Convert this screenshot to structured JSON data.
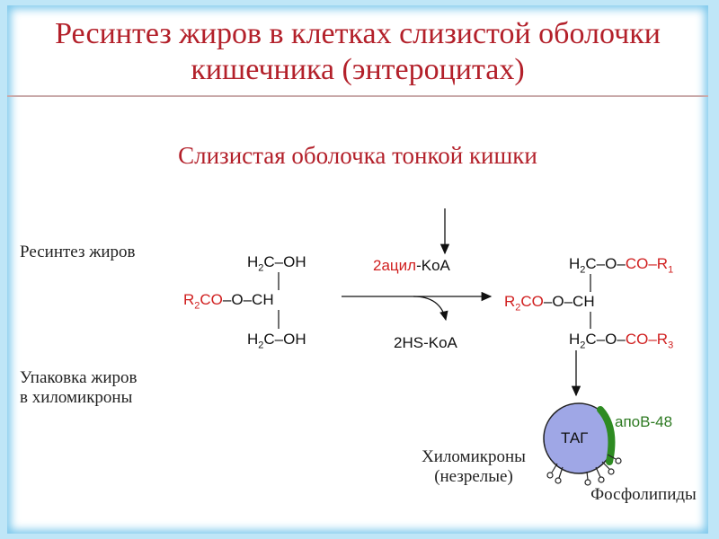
{
  "title": {
    "line1": "Ресинтез жиров в клетках слизистой оболочки",
    "line2": "кишечника (энтероцитах)"
  },
  "subtitle": "Слизистая оболочка тонкой кишки",
  "labels": {
    "resynthesis": "Ресинтез жиров",
    "packaging_line1": "Упаковка жиров",
    "packaging_line2": "в хиломикроны"
  },
  "reactant": {
    "top_h": "H",
    "top_sub": "2",
    "top_rest": "C–OH",
    "mid_r": "R",
    "mid_r_sub": "2",
    "mid_co": "CO",
    "mid_rest": "–O–CH",
    "bot_h": "H",
    "bot_sub": "2",
    "bot_rest": "C–OH"
  },
  "reagent_in": {
    "acyl": "2ацил",
    "koa": "-KoA"
  },
  "reagent_out": "2HS-KoA",
  "product": {
    "top_h": "H",
    "top_sub": "2",
    "top_rest": "C–O–",
    "top_co": "CO–R",
    "top_r_sub": "1",
    "mid_r": "R",
    "mid_r_sub": "2",
    "mid_co": "CO",
    "mid_rest": "–O–CH",
    "bot_h": "H",
    "bot_sub": "2",
    "bot_rest": "C–O–",
    "bot_co": "CO–R",
    "bot_r_sub": "3"
  },
  "chylomicron": {
    "core_label": "ТАГ",
    "apo_label": "апоВ-48",
    "name_line1": "Хиломикроны",
    "name_line2": "(незрелые)",
    "phospholipids": "Фосфолипиды"
  },
  "colors": {
    "title_red": "#b3202a",
    "chem_red": "#d01f1f",
    "sphere": "#9fa7e6",
    "apo_green": "#2e8b22"
  }
}
